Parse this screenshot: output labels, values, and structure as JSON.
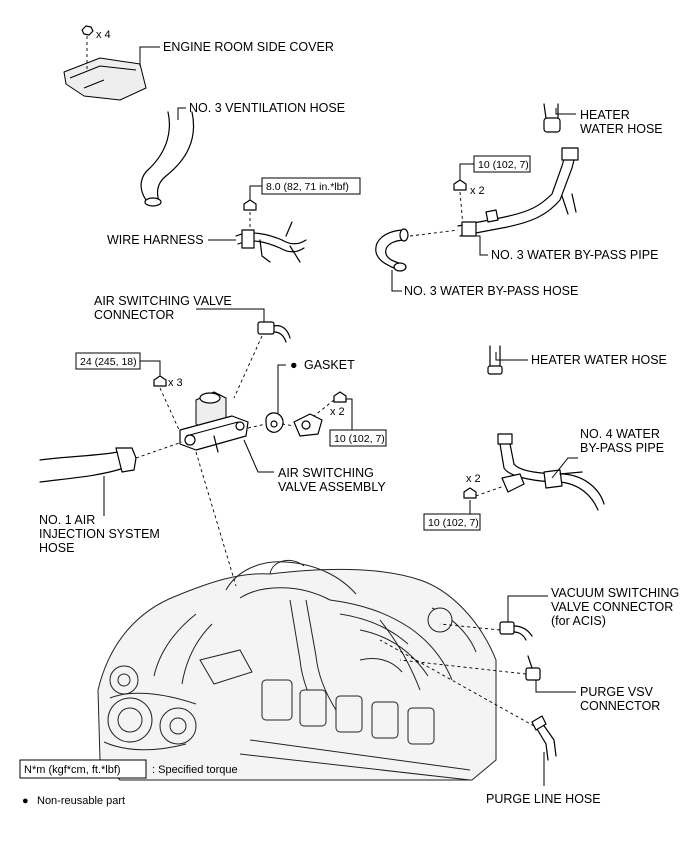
{
  "labels": {
    "engine_room_side_cover": "ENGINE ROOM SIDE COVER",
    "no3_ventilation_hose": "NO. 3 VENTILATION HOSE",
    "heater_water_hose_top_l1": "HEATER",
    "heater_water_hose_top_l2": "WATER HOSE",
    "wire_harness": "WIRE HARNESS",
    "no3_water_bypass_pipe": "NO. 3 WATER BY-PASS PIPE",
    "no3_water_bypass_hose": "NO. 3 WATER BY-PASS HOSE",
    "air_switching_valve_connector_l1": "AIR SWITCHING VALVE",
    "air_switching_valve_connector_l2": "CONNECTOR",
    "gasket": "GASKET",
    "heater_water_hose_mid": "HEATER WATER HOSE",
    "no4_water_bypass_pipe_l1": "NO. 4 WATER",
    "no4_water_bypass_pipe_l2": "BY-PASS PIPE",
    "air_switching_valve_assembly_l1": "AIR SWITCHING",
    "air_switching_valve_assembly_l2": "VALVE ASSEMBLY",
    "no1_air_injection_l1": "NO. 1 AIR",
    "no1_air_injection_l2": "INJECTION SYSTEM",
    "no1_air_injection_l3": "HOSE",
    "vacuum_switching_l1": "VACUUM SWITCHING",
    "vacuum_switching_l2": "VALVE CONNECTOR",
    "vacuum_switching_l3": "(for ACIS)",
    "purge_vsv_l1": "PURGE VSV",
    "purge_vsv_l2": "CONNECTOR",
    "purge_line_hose": "PURGE LINE HOSE"
  },
  "quantities": {
    "cover_bolts": "x 4",
    "bypass_pipe_bolts": "x 2",
    "valve_bolts": "x 3",
    "gasket_bolts": "x 2",
    "no4_pipe_bolts": "x 2"
  },
  "torques": {
    "wire_harness": "8.0 (82, 71 in.*lbf)",
    "no3_bypass_pipe": "10 (102, 7)",
    "valve_assembly": "24 (245, 18)",
    "gasket_bolts": "10 (102, 7)",
    "no4_bypass_pipe": "10 (102, 7)"
  },
  "legend": {
    "torque_unit": "N*m (kgf*cm, ft.*lbf)",
    "torque_desc": ": Specified torque",
    "bullet": "●",
    "nonreusable": "Non-reusable part"
  }
}
